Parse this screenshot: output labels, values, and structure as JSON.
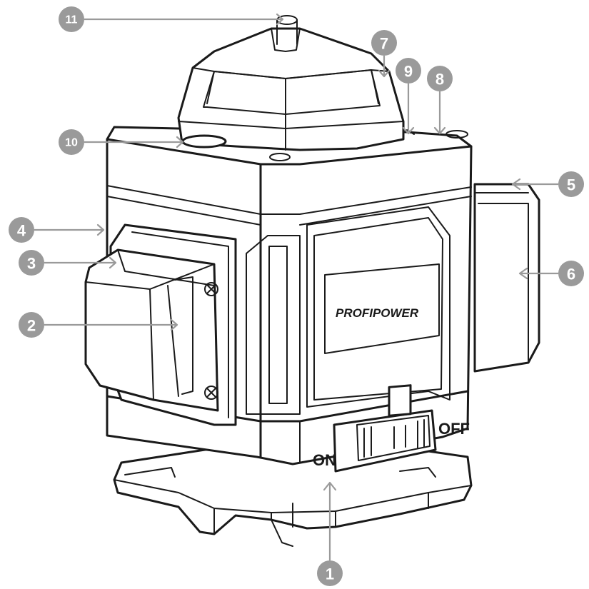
{
  "brand_text": "PROFIPOWER",
  "switch_on_label": "ON",
  "switch_off_label": "OFF",
  "callouts": [
    {
      "number": "1"
    },
    {
      "number": "2"
    },
    {
      "number": "3"
    },
    {
      "number": "4"
    },
    {
      "number": "5"
    },
    {
      "number": "6"
    },
    {
      "number": "7"
    },
    {
      "number": "8"
    },
    {
      "number": "9"
    },
    {
      "number": "10"
    },
    {
      "number": "11"
    }
  ],
  "colors": {
    "outline": "#1a1a1a",
    "callout": "#9a9a9a",
    "background": "#ffffff"
  }
}
